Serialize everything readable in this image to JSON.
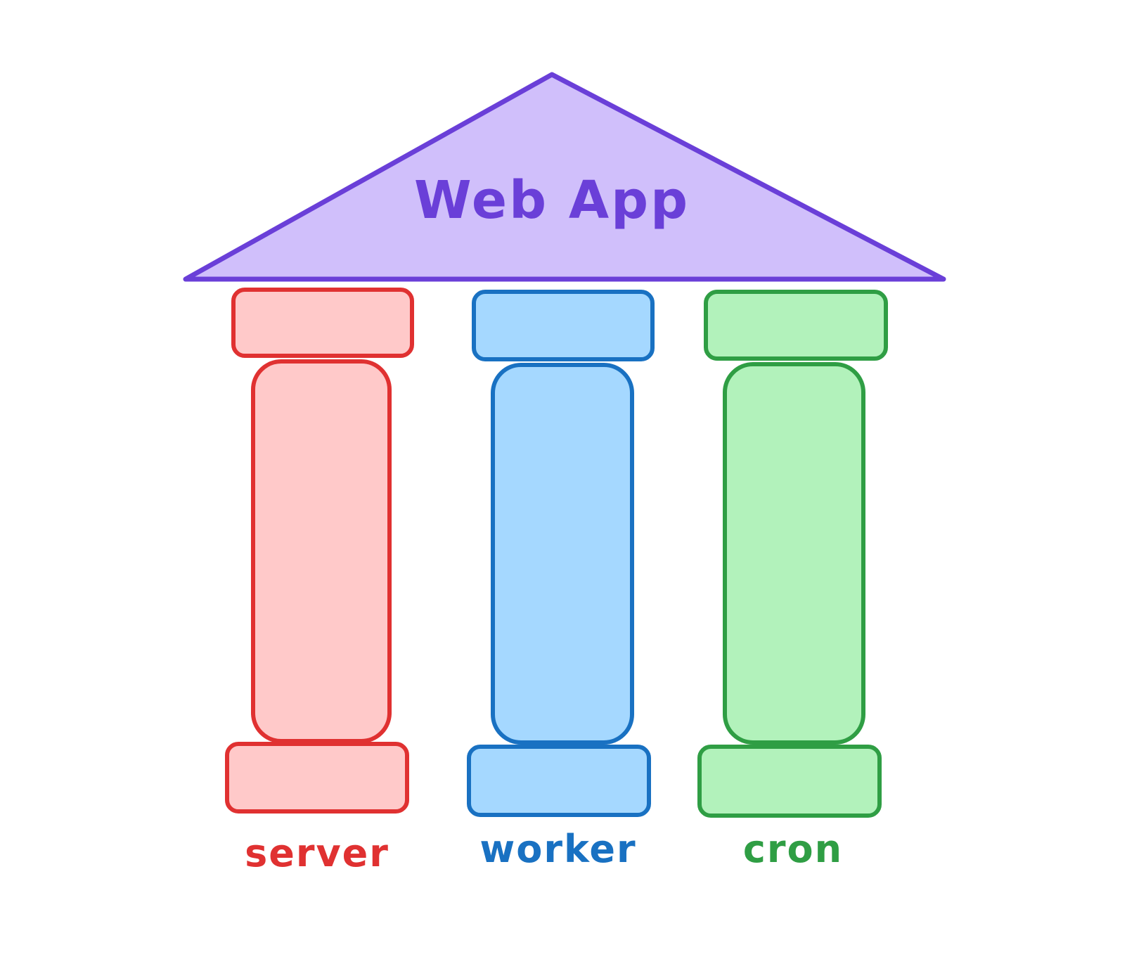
{
  "roof": {
    "title": "Web App",
    "stroke": "#6a3fd8",
    "fill": "#d0bffb"
  },
  "pillars": [
    {
      "label": "server",
      "stroke": "#e03131",
      "fill": "#ffc9c9"
    },
    {
      "label": "worker",
      "stroke": "#1971c2",
      "fill": "#a5d8ff"
    },
    {
      "label": "cron",
      "stroke": "#2f9e44",
      "fill": "#b2f2bb"
    }
  ]
}
